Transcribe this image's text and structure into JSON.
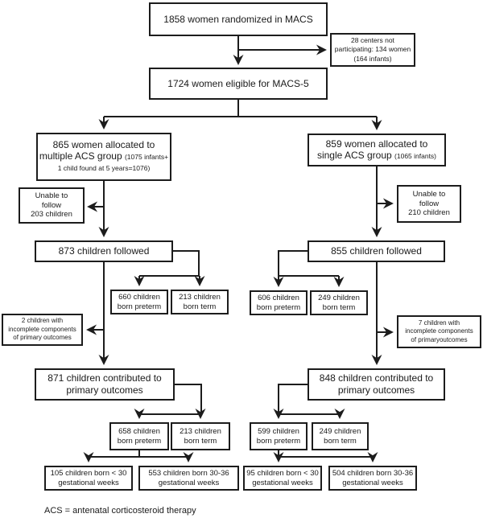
{
  "footnote": "ACS = antenatal corticosteroid therapy",
  "flowchart": {
    "nodes": {
      "randomized": "1858 women randomized in MACS",
      "not_participating": "28 centers not\nparticipating: 134 women\n(164 infants)",
      "eligible": "1724 women eligible for MACS-5",
      "multiple_acs_line1": "865 women allocated to",
      "multiple_acs_line2_main": "multiple ACS group ",
      "multiple_acs_line2_small": "(1075 infants+",
      "multiple_acs_line3_small": "1 child found at 5 years=1076)",
      "single_acs_line1": "859 women allocated to",
      "single_acs_line2_main": "single ACS group ",
      "single_acs_line2_small": "(1065 infants)",
      "unable_left": "Unable to\nfollow\n203 children",
      "unable_right": "Unable to\nfollow\n210 children",
      "followed_left": "873 children followed",
      "followed_right": "855 children followed",
      "preterm_left_1": "660 children\nborn preterm",
      "term_left_1": "213 children\nborn term",
      "preterm_right_1": "606 children\nborn preterm",
      "term_right_1": "249 children\nborn term",
      "incomplete_left": "2 children with\nincomplete components\nof primary outcomes",
      "incomplete_right": "7 children with\nincomplete components\nof primaryoutcomes",
      "contributed_left": "871 children contributed to\nprimary outcomes",
      "contributed_right": "848 children contributed to\nprimary outcomes",
      "preterm_left_2": "658 children\nborn preterm",
      "term_left_2": "213 children\nborn term",
      "preterm_right_2": "599 children\nborn preterm",
      "term_right_2": "249 children\nborn term",
      "lt30_left": "105 children born < 30\ngestational weeks",
      "w3036_left": "553 children born 30-36\ngestational weeks",
      "lt30_right": "95 children born < 30\ngestational weeks",
      "w3036_right": "504 children born 30-36\ngestational weeks"
    },
    "edges": [
      [
        "randomized",
        "not_participating"
      ],
      [
        "randomized",
        "eligible"
      ],
      [
        "eligible",
        "multiple_acs"
      ],
      [
        "eligible",
        "single_acs"
      ],
      [
        "multiple_acs",
        "unable_left"
      ],
      [
        "multiple_acs",
        "followed_left"
      ],
      [
        "single_acs",
        "unable_right"
      ],
      [
        "single_acs",
        "followed_right"
      ],
      [
        "followed_left",
        "preterm_left_1"
      ],
      [
        "followed_left",
        "term_left_1"
      ],
      [
        "followed_left",
        "incomplete_left"
      ],
      [
        "followed_left",
        "contributed_left"
      ],
      [
        "followed_right",
        "preterm_right_1"
      ],
      [
        "followed_right",
        "term_right_1"
      ],
      [
        "followed_right",
        "incomplete_right"
      ],
      [
        "followed_right",
        "contributed_right"
      ],
      [
        "contributed_left",
        "preterm_left_2"
      ],
      [
        "contributed_left",
        "term_left_2"
      ],
      [
        "contributed_right",
        "preterm_right_2"
      ],
      [
        "contributed_right",
        "term_right_2"
      ],
      [
        "preterm_left_2",
        "lt30_left"
      ],
      [
        "preterm_left_2",
        "w3036_left"
      ],
      [
        "preterm_right_2",
        "lt30_right"
      ],
      [
        "preterm_right_2",
        "w3036_right"
      ]
    ],
    "line_color": "#1c1c1c"
  }
}
